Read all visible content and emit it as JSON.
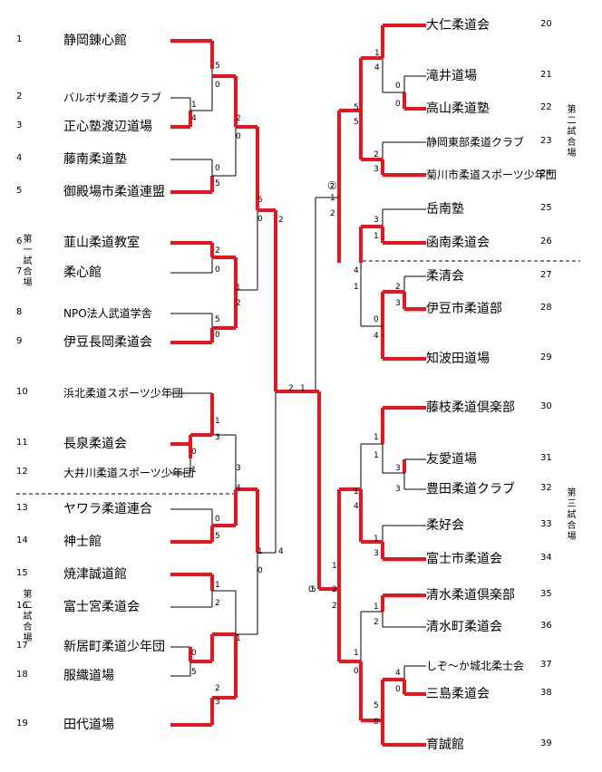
{
  "venues": {
    "first": "第一試合場",
    "second": "第二試合場",
    "right_second": "第二試合場",
    "third": "第三試合場"
  },
  "final_marker": "②",
  "left_teams": [
    {
      "no": "1",
      "name": "静岡錬心館"
    },
    {
      "no": "2",
      "name": "バルボザ柔道クラブ"
    },
    {
      "no": "3",
      "name": "正心塾渡辺道場"
    },
    {
      "no": "4",
      "name": "藤南柔道塾"
    },
    {
      "no": "5",
      "name": "御殿場市柔道連盟"
    },
    {
      "no": "6",
      "name": "韮山柔道教室"
    },
    {
      "no": "7",
      "name": "柔心館"
    },
    {
      "no": "8",
      "name": "NPO法人武道学舎"
    },
    {
      "no": "9",
      "name": "伊豆長岡柔道会"
    },
    {
      "no": "10",
      "name": "浜北柔道スポーツ少年団"
    },
    {
      "no": "11",
      "name": "長泉柔道会"
    },
    {
      "no": "12",
      "name": "大井川柔道スポーツ少年団"
    },
    {
      "no": "13",
      "name": "ヤワラ柔道連合"
    },
    {
      "no": "14",
      "name": "神士館"
    },
    {
      "no": "15",
      "name": "焼津誠道館"
    },
    {
      "no": "16",
      "name": "富士宮柔道会"
    },
    {
      "no": "17",
      "name": "新居町柔道少年団"
    },
    {
      "no": "18",
      "name": "服織道場"
    },
    {
      "no": "19",
      "name": "田代道場"
    }
  ],
  "right_teams": [
    {
      "no": "20",
      "name": "大仁柔道会"
    },
    {
      "no": "21",
      "name": "滝井道場"
    },
    {
      "no": "22",
      "name": "高山柔道塾"
    },
    {
      "no": "23",
      "name": "静岡東部柔道クラブ"
    },
    {
      "no": "24",
      "name": "菊川市柔道スポーツ少年団"
    },
    {
      "no": "25",
      "name": "岳南塾"
    },
    {
      "no": "26",
      "name": "函南柔道会"
    },
    {
      "no": "27",
      "name": "柔清会"
    },
    {
      "no": "28",
      "name": "伊豆市柔道部"
    },
    {
      "no": "29",
      "name": "知波田道場"
    },
    {
      "no": "30",
      "name": "藤枝柔道倶楽部"
    },
    {
      "no": "31",
      "name": "友愛道場"
    },
    {
      "no": "32",
      "name": "豊田柔道クラブ"
    },
    {
      "no": "33",
      "name": "柔好会"
    },
    {
      "no": "34",
      "name": "富士市柔道会"
    },
    {
      "no": "35",
      "name": "清水柔道倶楽部"
    },
    {
      "no": "36",
      "name": "清水町柔道会"
    },
    {
      "no": "37",
      "name": "しぞ～か城北柔士会"
    },
    {
      "no": "38",
      "name": "三島柔道会"
    },
    {
      "no": "39",
      "name": "育誠館"
    }
  ],
  "scores": [
    "5",
    "0",
    "1",
    "4",
    "2",
    "0",
    "0",
    "5",
    "5",
    "0",
    "2",
    "0",
    "1",
    "2",
    "5",
    "0",
    "2",
    "2",
    "1",
    "1",
    "3",
    "0",
    "1",
    "3",
    "0",
    "5",
    "4",
    "1",
    "4",
    "1",
    "2",
    "0",
    "5",
    "1",
    "2",
    "3",
    "0",
    "0",
    "2",
    "2",
    "1",
    "4",
    "0",
    "0",
    "5",
    "5",
    "2",
    "3",
    "1",
    "2",
    "3",
    "1",
    "4",
    "1",
    "2",
    "3",
    "0",
    "4",
    "1",
    "1",
    "3",
    "3",
    "1",
    "4",
    "1",
    "3",
    "1",
    "2",
    "1",
    "0",
    "4",
    "0",
    "5",
    "0",
    "5",
    "1"
  ],
  "colors": {
    "win": "#e8141e",
    "lose": "#000000"
  }
}
